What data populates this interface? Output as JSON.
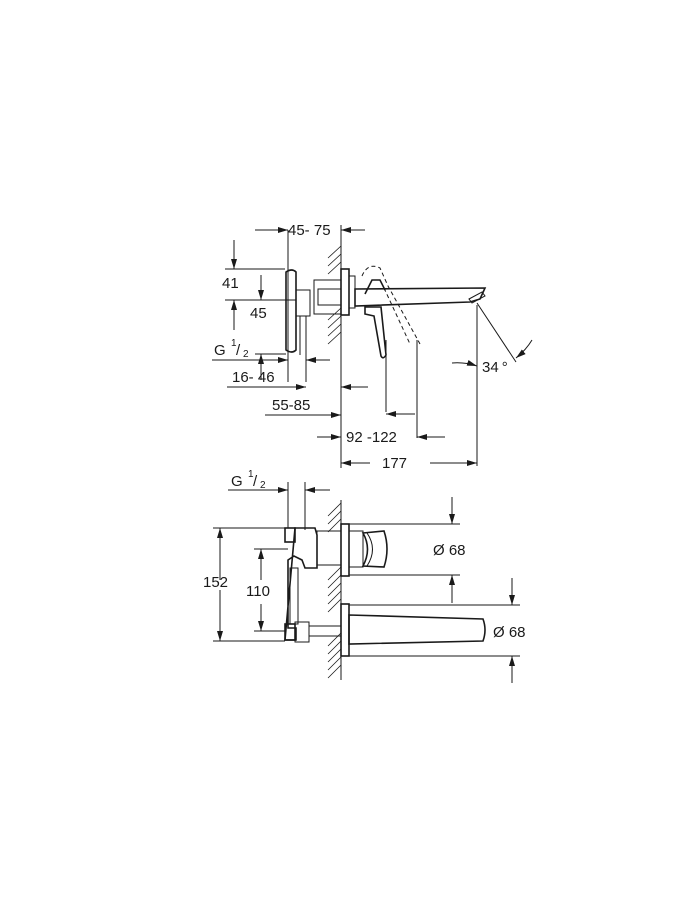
{
  "drawing": {
    "title": "Wall-mounted basin mixer dimension drawing",
    "side_view": {
      "dims": {
        "d_45_75": "45- 75",
        "d_41": "41",
        "d_45": "45",
        "thread_g": "G",
        "thread_num": "1",
        "thread_den": "2",
        "d_16_46": "16- 46",
        "d_55_85": "55-85",
        "d_92_122": "92 -122",
        "d_177": "177",
        "angle": "34",
        "degree": "°"
      }
    },
    "front_view": {
      "dims": {
        "thread_g": "G",
        "thread_num": "1",
        "thread_den": "2",
        "d_152": "152",
        "d_110": "110",
        "rosette_1": "Ø 68",
        "rosette_2": "Ø 68"
      }
    }
  },
  "colors": {
    "line": "#1a1a1a",
    "background": "#ffffff"
  }
}
